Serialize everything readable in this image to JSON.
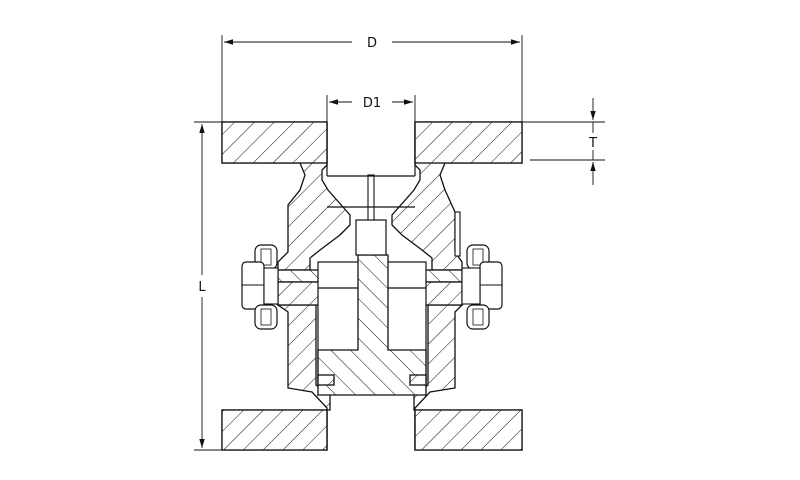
{
  "diagram": {
    "dimensions": {
      "outer_diameter": "D",
      "bore_diameter": "D1",
      "flange_thickness": "T",
      "length": "L"
    },
    "colors": {
      "line": "#111111",
      "background": "#ffffff"
    }
  }
}
